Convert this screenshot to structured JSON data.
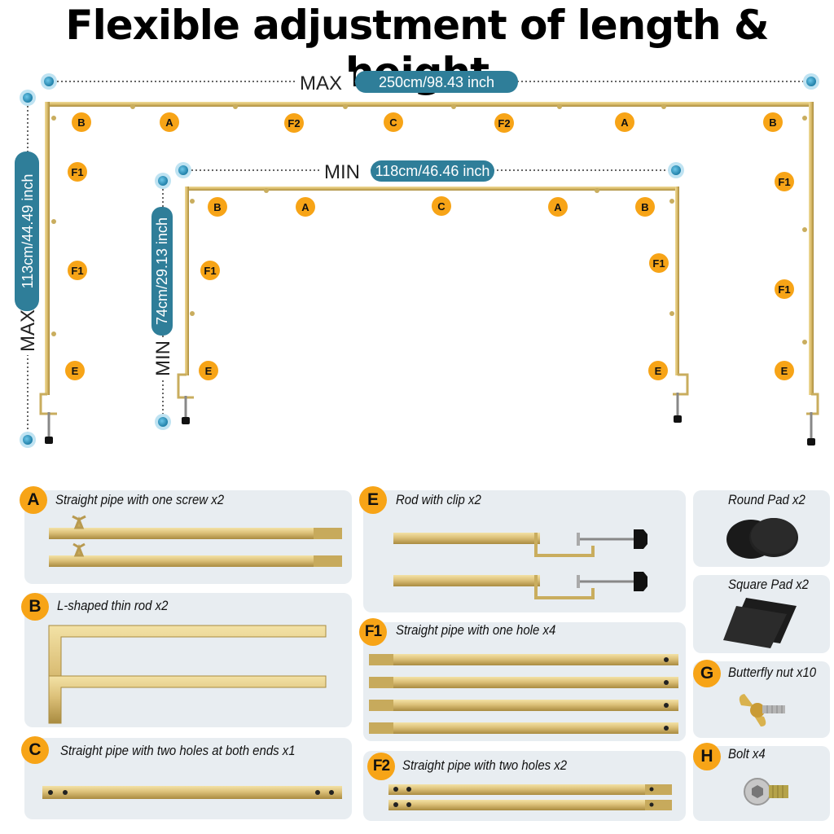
{
  "title": "Flexible adjustment of length & height",
  "dimensions": {
    "max_width_word": "MAX",
    "max_width_value": "250cm/98.43 inch",
    "min_width_word": "MIN",
    "min_width_value": "118cm/46.46 inch",
    "max_height_word": "MAX",
    "max_height_value": "113cm/44.49 inch",
    "min_height_word": "MIN",
    "min_height_value": "74cm/29.13 inch"
  },
  "labels": {
    "A": "A",
    "B": "B",
    "C": "C",
    "E": "E",
    "F1": "F1",
    "F2": "F2"
  },
  "parts": [
    {
      "code": "A",
      "name": "Straight pipe with one screw x2"
    },
    {
      "code": "B",
      "name": "L-shaped thin rod x2"
    },
    {
      "code": "C",
      "name": "Straight pipe with two holes at both ends x1"
    },
    {
      "code": "E",
      "name": "Rod with clip x2"
    },
    {
      "code": "F1",
      "name": "Straight pipe with one hole x4"
    },
    {
      "code": "F2",
      "name": "Straight pipe with two holes x2"
    },
    {
      "code": "",
      "name": "Round Pad x2"
    },
    {
      "code": "",
      "name": "Square Pad x2"
    },
    {
      "code": "G",
      "name": "Butterfly nut x10"
    },
    {
      "code": "H",
      "name": "Bolt x4"
    }
  ],
  "colors": {
    "gold": "#d9bb6a",
    "gold_dark": "#a88a3c",
    "label_orange": "#f7a417",
    "dim_teal": "#2f7e99",
    "dot_blue": "#3aa0c8",
    "panel_gray": "#e8edf1"
  }
}
